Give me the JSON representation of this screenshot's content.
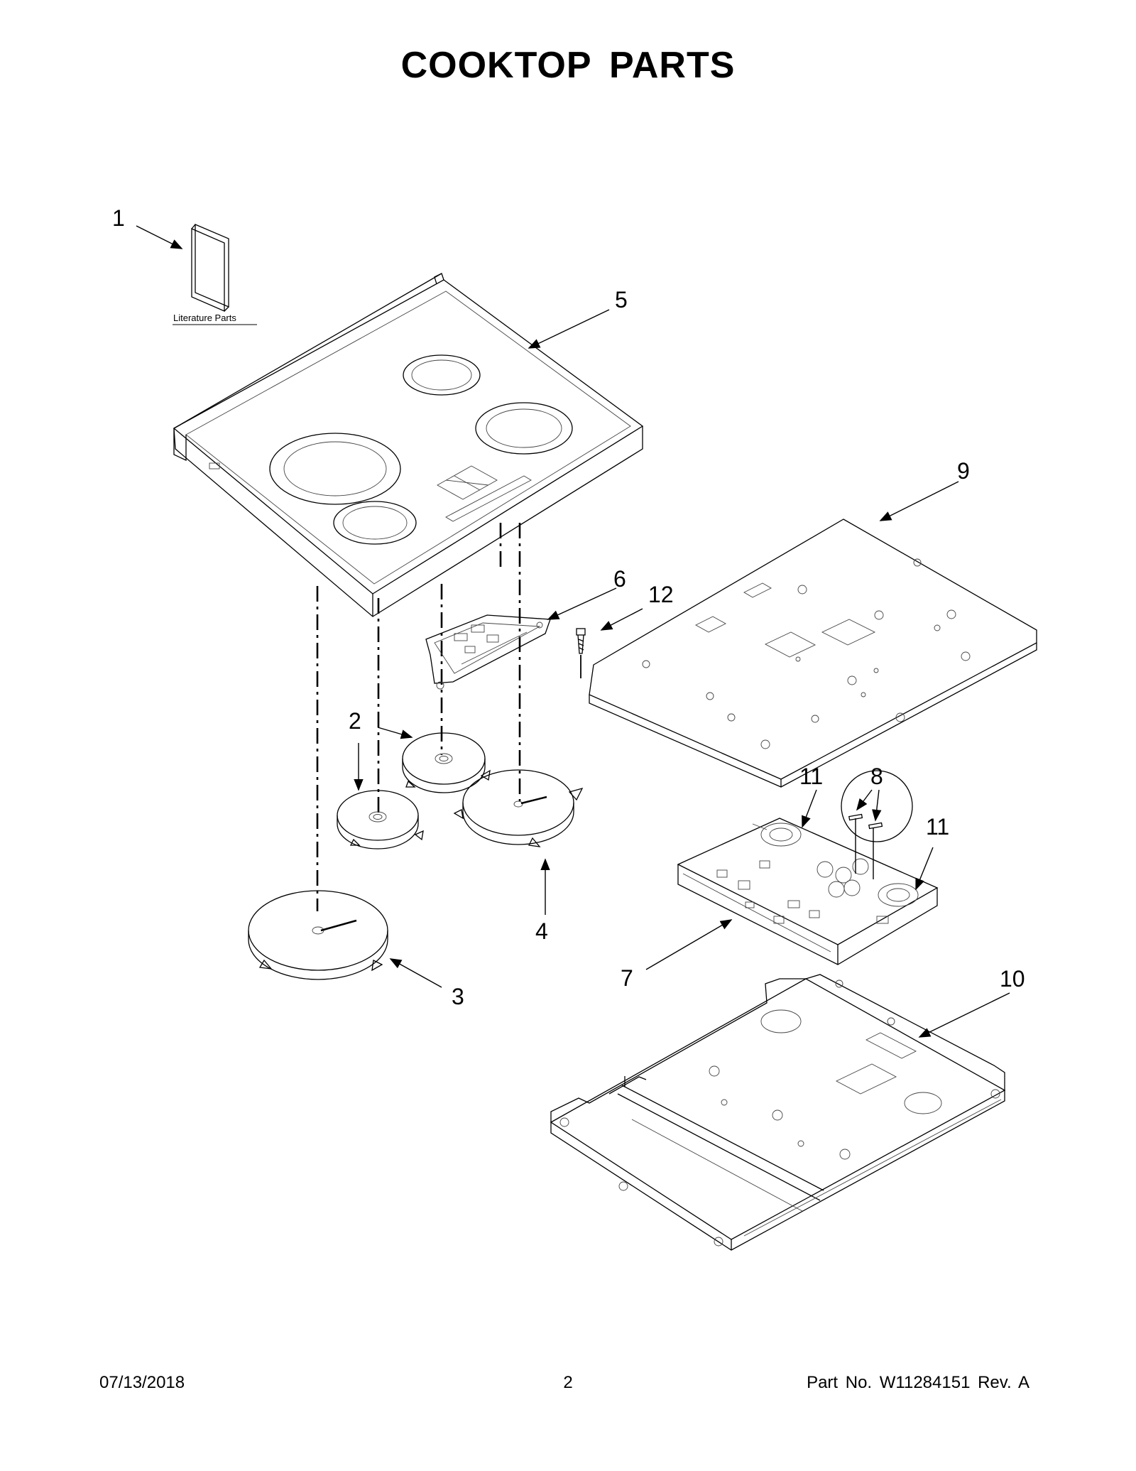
{
  "page": {
    "title": "COOKTOP  PARTS",
    "footer_date": "07/13/2018",
    "footer_page": "2",
    "footer_part": "Part No.  W11284151  Rev.  A"
  },
  "literature": {
    "label": "Literature Parts"
  },
  "callouts": {
    "c1": "1",
    "c2": "2",
    "c3": "3",
    "c4": "4",
    "c5": "5",
    "c6": "6",
    "c7": "7",
    "c8": "8",
    "c9": "9",
    "c10": "10",
    "c11a": "11",
    "c11b": "11",
    "c12": "12"
  }
}
